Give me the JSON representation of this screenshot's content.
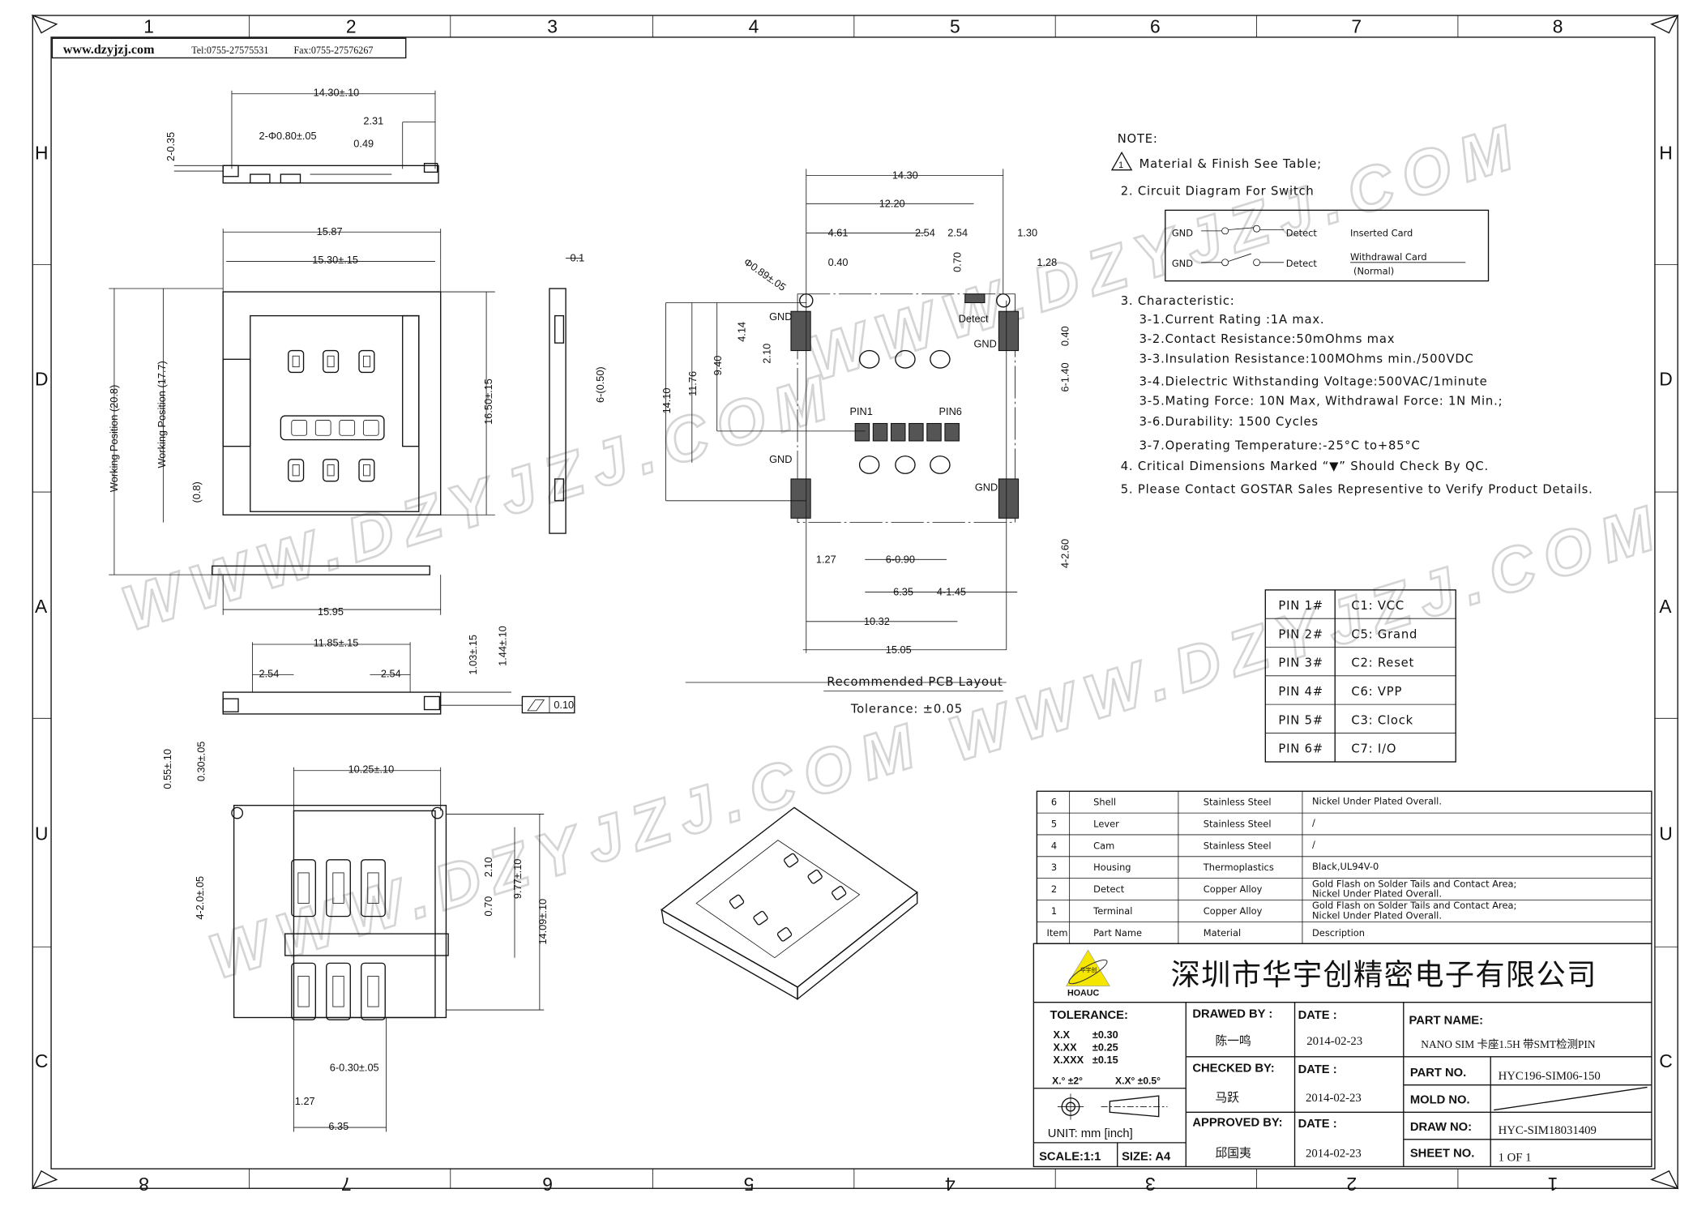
{
  "header": {
    "site": "www.dzyjzj.com",
    "tel": "Tel:0755-27575531",
    "fax": "Fax:0755-27576267"
  },
  "zones": {
    "top": [
      "1",
      "2",
      "3",
      "4",
      "5",
      "6",
      "7",
      "8"
    ],
    "bottom": [
      "8",
      "7",
      "6",
      "5",
      "4",
      "3",
      "2",
      "1"
    ],
    "rows": [
      "H",
      "D",
      "A",
      "U",
      "C"
    ]
  },
  "dims": {
    "side_view": [
      "14.30±.10",
      "2-0.35",
      "2-Φ0.80±.05",
      "2.31",
      "0.49"
    ],
    "top_view": [
      "15.87",
      "15.30±.15",
      "0.1",
      "Working Position (20.8)",
      "Working Position (17.7)",
      "(0.8)",
      "16.50±.15",
      "6-(0.50)",
      "15.95"
    ],
    "front_view": [
      "11.85±.15",
      "2.54",
      "2.54",
      "1.03±.15",
      "1.44±.10",
      "0.10"
    ],
    "bottom_view": [
      "0.55±.10",
      "0.30±.05",
      "10.25±.10",
      "2.10",
      "0.70",
      "9.77±.10",
      "14.09±.10",
      "4-2.0±.05",
      "6-0.30±.05",
      "1.27",
      "6.35"
    ],
    "pcb": [
      "14.30",
      "12.20",
      "4.61",
      "2.54",
      "2.54",
      "1.30",
      "Φ0.89±.05",
      "0.40",
      "0.70",
      "1.28",
      "4.14",
      "2.10",
      "9.40",
      "11.76",
      "14.10",
      "0.40",
      "6-1.40",
      "4-2.60",
      "1.27",
      "6-0.90",
      "6.35",
      "4-1.45",
      "10.32",
      "15.05"
    ]
  },
  "pcb": {
    "title": "Recommended PCB Layout",
    "tolerance": "Tolerance: ±0.05",
    "labels": [
      "GND",
      "GND",
      "GND",
      "GND",
      "Detect",
      "PIN1",
      "PIN6"
    ]
  },
  "notes": {
    "title": "NOTE:",
    "n1_num": "1",
    "n1": "Material & Finish See Table;",
    "n2": "2. Circuit Diagram For Switch",
    "circuit": {
      "gnd": "GND",
      "detect": "Detect",
      "inserted": "Inserted Card",
      "withdrawal": "Withdrawal Card",
      "normal": "(Normal)"
    },
    "n3": "3. Characteristic:",
    "characteristics": [
      "3-1.Current Rating :1A max.",
      "3-2.Contact Resistance:50mOhms max",
      "3-3.Insulation Resistance:100MOhms min./500VDC",
      "3-4.Dielectric Withstanding Voltage:500VAC/1minute",
      "3-5.Mating Force: 10N Max, Withdrawal Force: 1N Min.;",
      "3-6.Durability: 1500 Cycles",
      "3-7.Operating Temperature:-25°C to+85°C"
    ],
    "n4": "4. Critical Dimensions Marked “▼” Should Check By QC.",
    "n5": "5. Please Contact GOSTAR Sales Representive to Verify Product Details."
  },
  "pin_table": [
    {
      "pin": "PIN 1#",
      "signal": "C1: VCC"
    },
    {
      "pin": "PIN 2#",
      "signal": "C5: Grand"
    },
    {
      "pin": "PIN 3#",
      "signal": "C2: Reset"
    },
    {
      "pin": "PIN 4#",
      "signal": "C6: VPP"
    },
    {
      "pin": "PIN 5#",
      "signal": "C3: Clock"
    },
    {
      "pin": "PIN 6#",
      "signal": "C7: I/O"
    }
  ],
  "parts_table": {
    "rows": [
      {
        "item": "6",
        "name": "Shell",
        "material": "Stainless Steel",
        "desc": [
          "Nickel Under Plated Overall."
        ]
      },
      {
        "item": "5",
        "name": "Lever",
        "material": "Stainless Steel",
        "desc": [
          "/"
        ]
      },
      {
        "item": "4",
        "name": "Cam",
        "material": "Stainless Steel",
        "desc": [
          "/"
        ]
      },
      {
        "item": "3",
        "name": "Housing",
        "material": "Thermoplastics",
        "desc": [
          "Black,UL94V-0"
        ]
      },
      {
        "item": "2",
        "name": "Detect",
        "material": "Copper Alloy",
        "desc": [
          "Gold Flash on Solder Tails and Contact Area;",
          "Nickel Under Plated Overall."
        ]
      },
      {
        "item": "1",
        "name": "Terminal",
        "material": "Copper Alloy",
        "desc": [
          "Gold Flash on Solder Tails and Contact Area;",
          "Nickel Under Plated Overall."
        ]
      }
    ],
    "headers": {
      "item": "Item",
      "name": "Part Name",
      "material": "Material",
      "desc": "Description"
    }
  },
  "title_block": {
    "logo_text": "HOAUC",
    "logo_cn": "华宇创",
    "company": "深圳市华宇创精密电子有限公司",
    "tolerance_label": "TOLERANCE:",
    "tolerances": [
      {
        "k": "X.X",
        "v": "±0.30"
      },
      {
        "k": "X.XX",
        "v": "±0.25"
      },
      {
        "k": "X.XXX",
        "v": "±0.15"
      }
    ],
    "angle_tol": [
      "X.° ±2°",
      "X.X° ±0.5°"
    ],
    "unit": "UNIT:  mm  [inch]",
    "scale": "SCALE:1:1",
    "size": "SIZE:  A4",
    "drawed_by_label": "DRAWED BY :",
    "drawed_by": "陈一鸣",
    "checked_by_label": "CHECKED BY:",
    "checked_by": "马跃",
    "approved_by_label": "APPROVED BY:",
    "approved_by": "邱国夷",
    "date_label": "DATE :",
    "dates": [
      "2014-02-23",
      "2014-02-23",
      "2014-02-23"
    ],
    "part_name_label": "PART NAME:",
    "part_name": "NANO SIM 卡座1.5H 带SMT检测PIN",
    "part_no_label": "PART NO.",
    "part_no": "HYC196-SIM06-150",
    "mold_no_label": "MOLD NO.",
    "draw_no_label": "DRAW NO:",
    "draw_no": "HYC-SIM18031409",
    "sheet_no_label": "SHEET NO.",
    "sheet_no": "1 OF 1"
  },
  "watermark": "WWW.DZYJZJ.COM"
}
